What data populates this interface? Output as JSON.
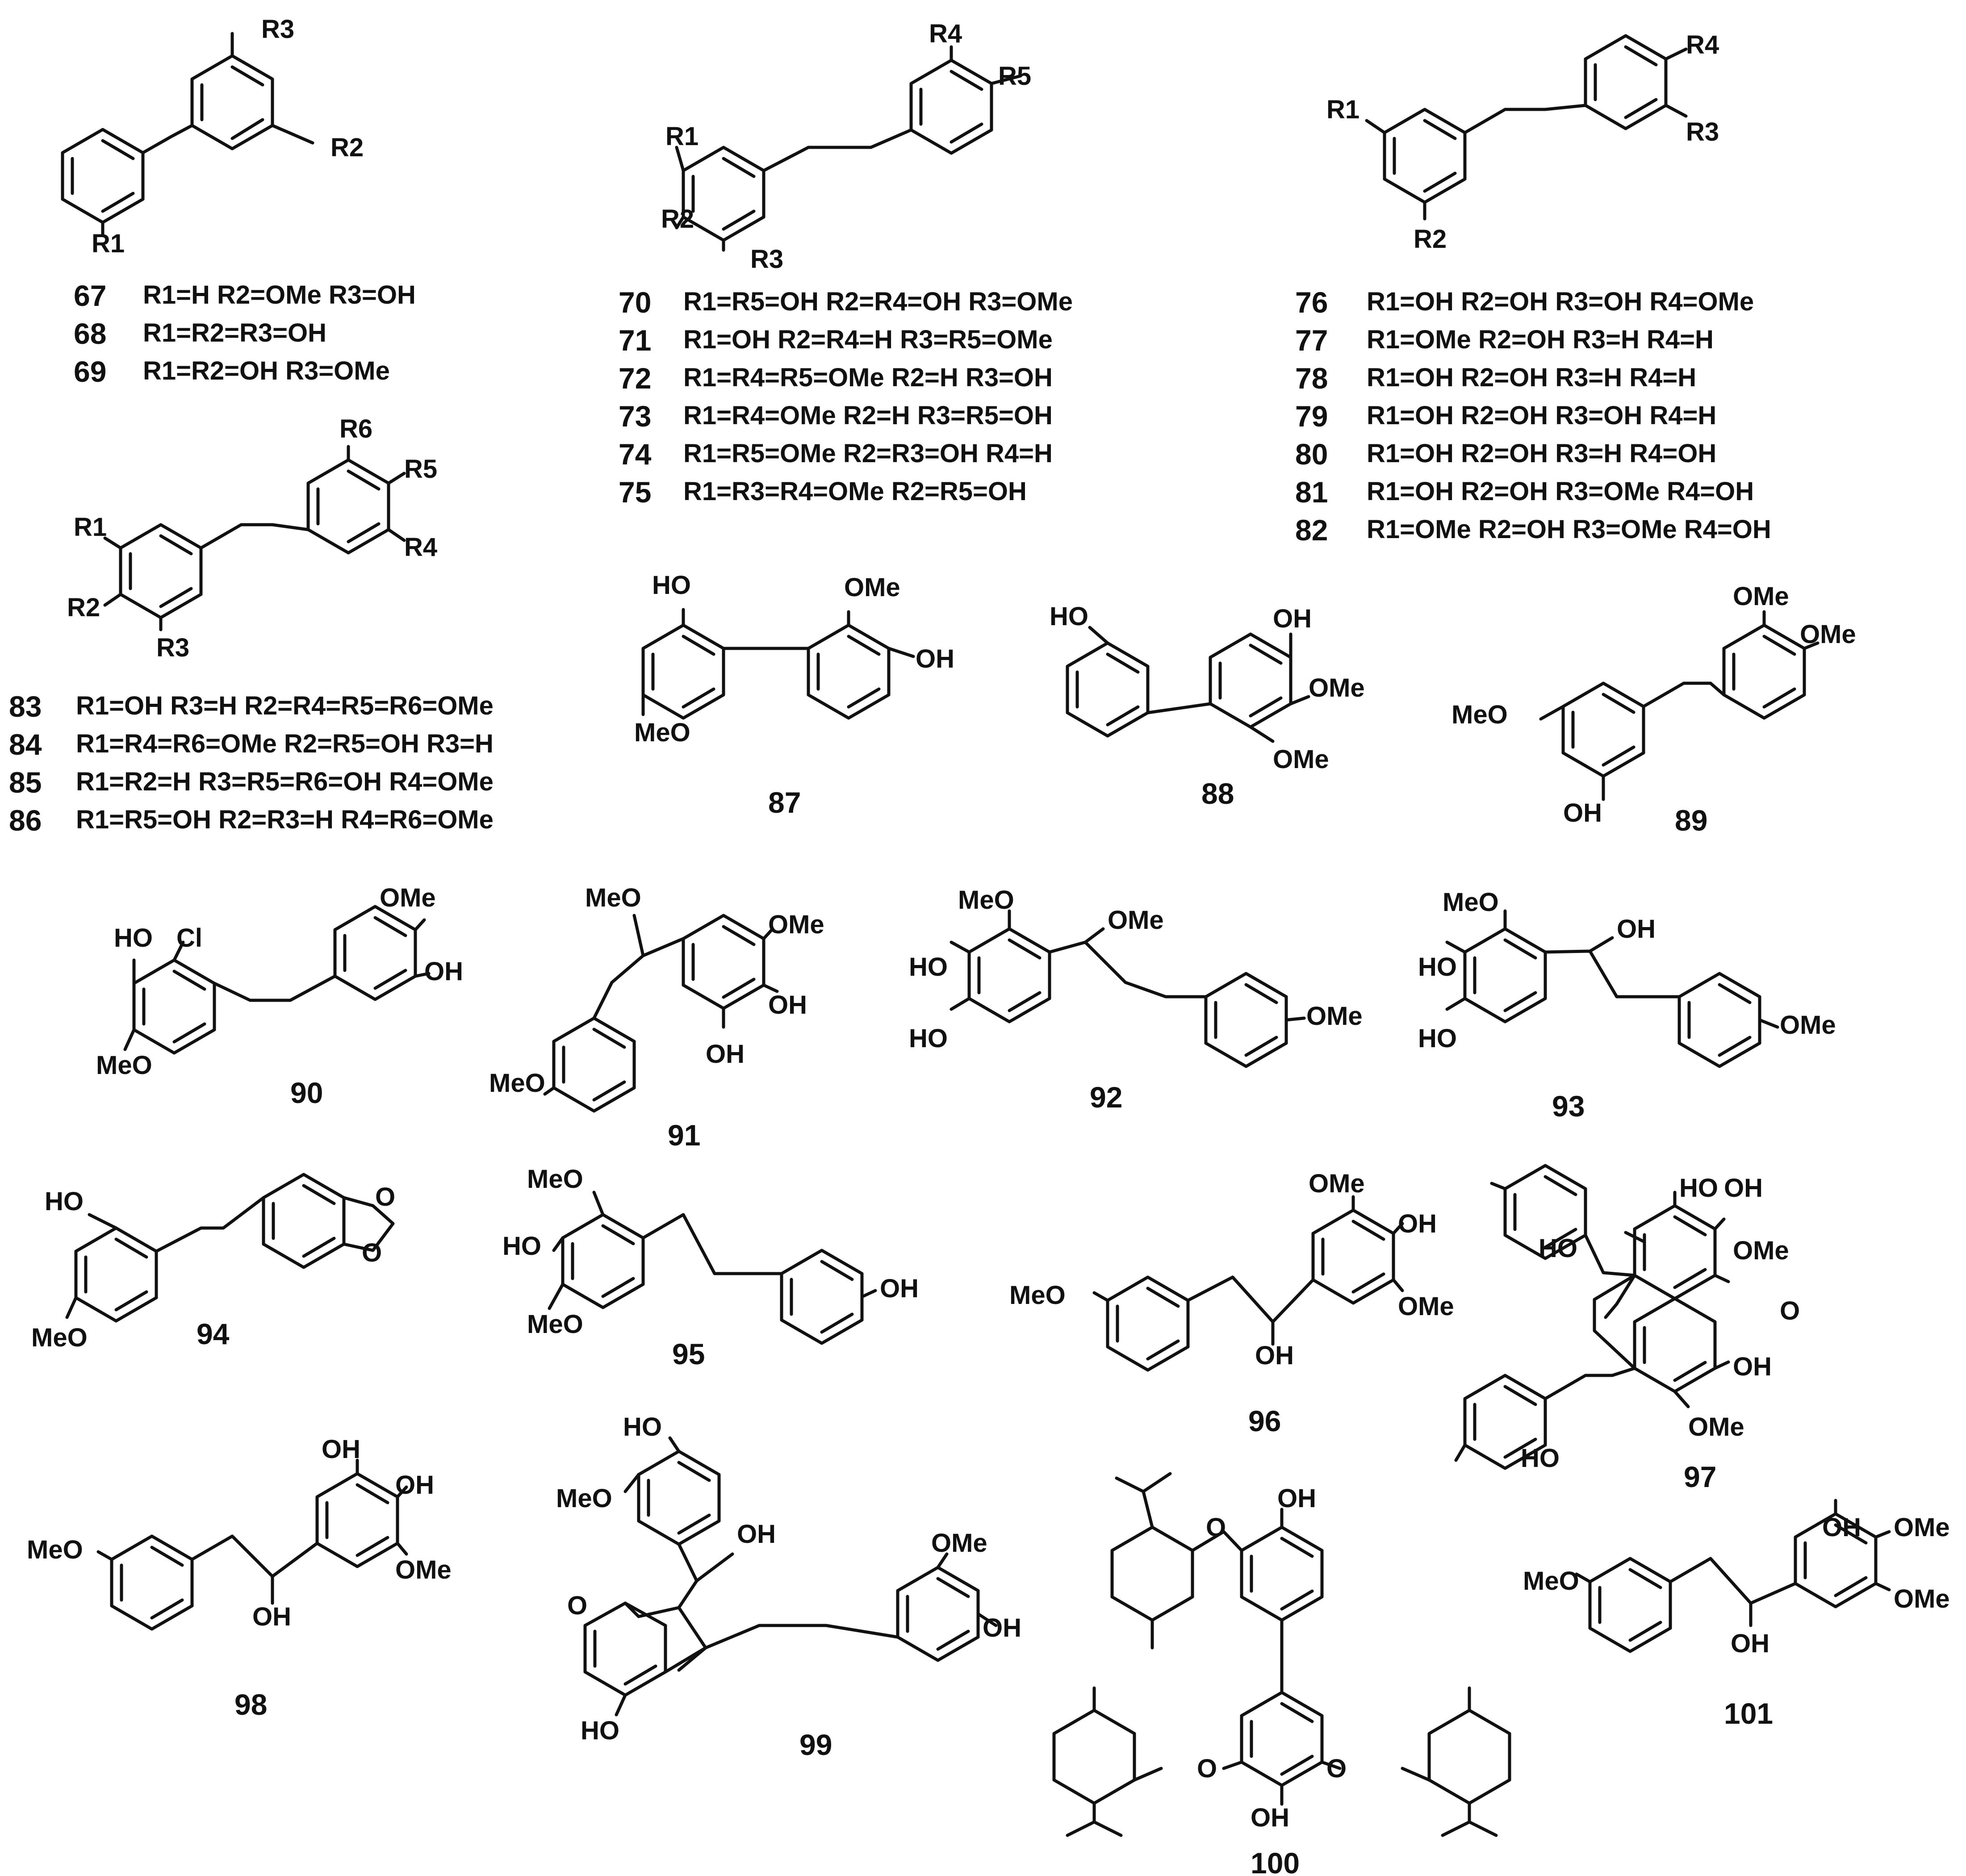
{
  "figure": {
    "rgroup_tables": [
      {
        "id": "scaffold-67-69",
        "labels": [
          "R3",
          "R2",
          "R1"
        ],
        "rows": [
          {
            "cid": "67",
            "text": "R1=H    R2=OMe   R3=OH"
          },
          {
            "cid": "68",
            "text": "R1=R2=R3=OH"
          },
          {
            "cid": "69",
            "text": "R1=R2=OH    R3=OMe"
          }
        ]
      },
      {
        "id": "scaffold-70-75",
        "labels": [
          "R4",
          "R5",
          "R1",
          "R2",
          "R3"
        ],
        "rows": [
          {
            "cid": "70",
            "text": "R1=R5=OH    R2=R4=OH    R3=OMe"
          },
          {
            "cid": "71",
            "text": "R1=OH    R2=R4=H    R3=R5=OMe"
          },
          {
            "cid": "72",
            "text": "R1=R4=R5=OMe    R2=H    R3=OH"
          },
          {
            "cid": "73",
            "text": "R1=R4=OMe    R2=H    R3=R5=OH"
          },
          {
            "cid": "74",
            "text": "R1=R5=OMe    R2=R3=OH    R4=H"
          },
          {
            "cid": "75",
            "text": "R1=R3=R4=OMe    R2=R5=OH"
          }
        ]
      },
      {
        "id": "scaffold-76-82",
        "labels": [
          "R4",
          "R1",
          "R3",
          "R2"
        ],
        "rows": [
          {
            "cid": "76",
            "text": "R1=OH    R2=OH    R3=OH    R4=OMe"
          },
          {
            "cid": "77",
            "text": "R1=OMe    R2=OH    R3=H    R4=H"
          },
          {
            "cid": "78",
            "text": "R1=OH    R2=OH    R3=H    R4=H"
          },
          {
            "cid": "79",
            "text": "R1=OH    R2=OH    R3=OH    R4=H"
          },
          {
            "cid": "80",
            "text": "R1=OH    R2=OH    R3=H    R4=OH"
          },
          {
            "cid": "81",
            "text": "R1=OH    R2=OH    R3=OMe    R4=OH"
          },
          {
            "cid": "82",
            "text": "R1=OMe    R2=OH    R3=OMe    R4=OH"
          }
        ]
      },
      {
        "id": "scaffold-83-86",
        "labels": [
          "R6",
          "R5",
          "R1",
          "R4",
          "R2",
          "R3"
        ],
        "rows": [
          {
            "cid": "83",
            "text": "R1=OH    R3=H    R2=R4=R5=R6=OMe"
          },
          {
            "cid": "84",
            "text": "R1=R4=R6=OMe    R2=R5=OH    R3=H"
          },
          {
            "cid": "85",
            "text": "R1=R2=H    R3=R5=R6=OH    R4=OMe"
          },
          {
            "cid": "86",
            "text": "R1=R5=OH    R2=R3=H    R4=R6=OMe"
          }
        ]
      }
    ],
    "compounds": [
      {
        "cid": "87",
        "labels": [
          "HO",
          "OMe",
          "OH",
          "MeO"
        ]
      },
      {
        "cid": "88",
        "labels": [
          "HO",
          "OH",
          "OMe",
          "OMe"
        ]
      },
      {
        "cid": "89",
        "labels": [
          "OMe",
          "OMe",
          "MeO",
          "OH"
        ]
      },
      {
        "cid": "90",
        "labels": [
          "OMe",
          "HO",
          "Cl",
          "OH",
          "MeO"
        ]
      },
      {
        "cid": "91",
        "labels": [
          "MeO",
          "OMe",
          "OH",
          "OH",
          "MeO"
        ]
      },
      {
        "cid": "92",
        "labels": [
          "MeO",
          "OMe",
          "HO",
          "OMe",
          "HO"
        ]
      },
      {
        "cid": "93",
        "labels": [
          "MeO",
          "OH",
          "HO",
          "OMe",
          "HO"
        ]
      },
      {
        "cid": "94",
        "labels": [
          "HO",
          "O",
          "O",
          "MeO"
        ]
      },
      {
        "cid": "95",
        "labels": [
          "MeO",
          "HO",
          "OH",
          "MeO"
        ]
      },
      {
        "cid": "96",
        "labels": [
          "OMe",
          "OH",
          "MeO",
          "OMe",
          "OH"
        ]
      },
      {
        "cid": "97",
        "labels": [
          "HO",
          "OH",
          "HO",
          "OMe",
          "O",
          "OH",
          "OMe",
          "HO"
        ]
      },
      {
        "cid": "98",
        "labels": [
          "OH",
          "OH",
          "MeO",
          "OMe",
          "OH"
        ]
      },
      {
        "cid": "99",
        "labels": [
          "HO",
          "MeO",
          "OH",
          "OMe",
          "O",
          "OH",
          "HO"
        ]
      },
      {
        "cid": "100",
        "labels": [
          "OH",
          "O",
          "O",
          "O",
          "OH"
        ]
      },
      {
        "cid": "101",
        "labels": [
          "OH",
          "OMe",
          "MeO",
          "OMe",
          "OH"
        ]
      }
    ]
  }
}
